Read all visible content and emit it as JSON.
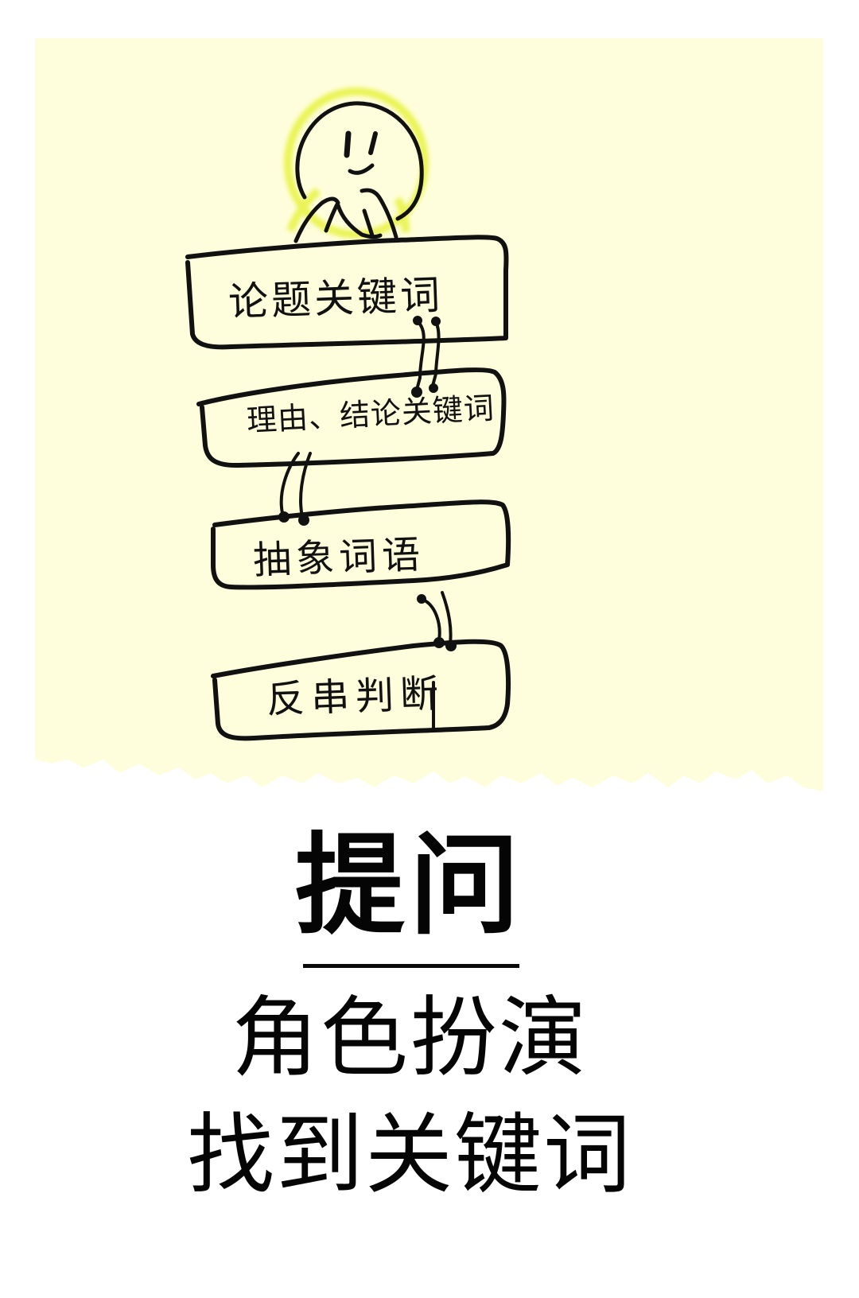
{
  "illustration": {
    "paper_color": "#FFFEDC",
    "highlight_color": "#E6F23A",
    "ink_color": "#111111",
    "figure": "smiling-stick-figure-thinking",
    "boxes": [
      {
        "label": "论题关键词"
      },
      {
        "label": "理由、结论关键词"
      },
      {
        "label": "抽象词语"
      },
      {
        "label": "反串判断"
      }
    ]
  },
  "caption": {
    "title": "提问",
    "lines": [
      "角色扮演",
      "找到关键词"
    ]
  }
}
